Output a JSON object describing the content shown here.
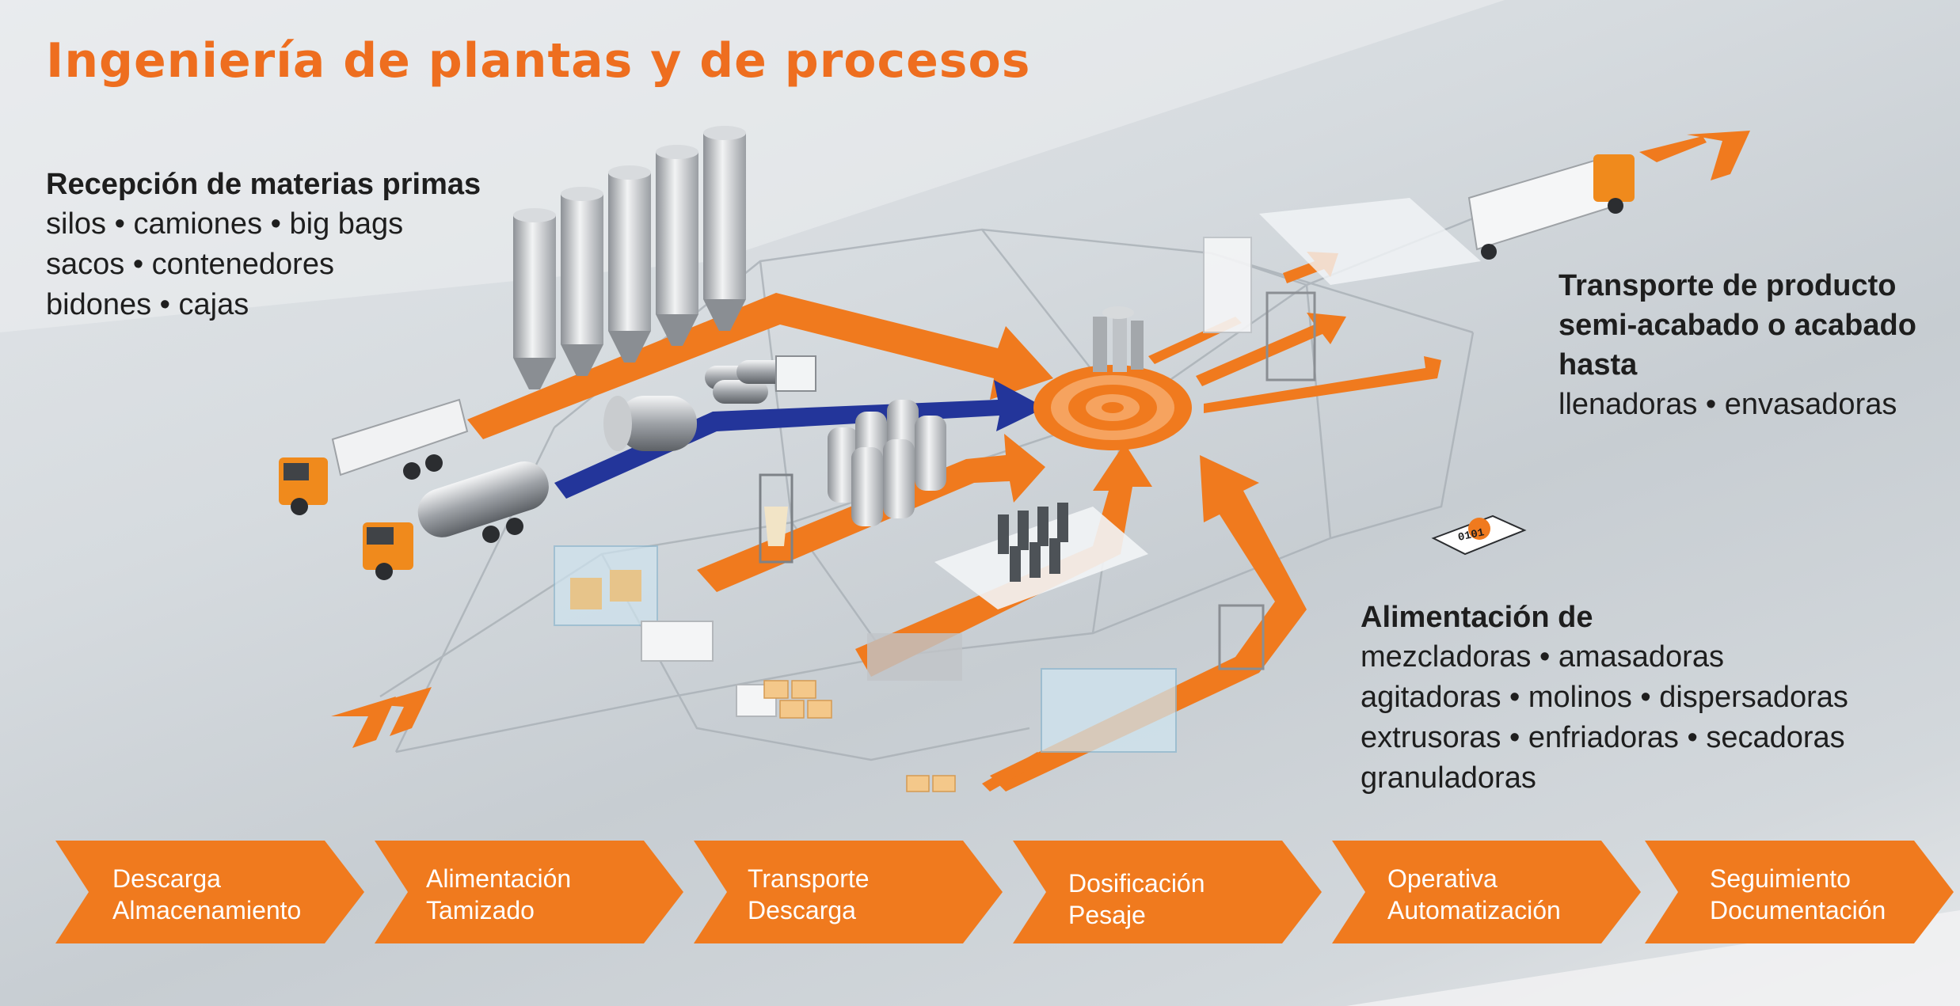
{
  "title": "Ingeniería de plantas y de procesos",
  "colors": {
    "accent": "#ee6e1f",
    "blue": "#23359a",
    "text": "#1e1e1e",
    "stage_text": "#ffffff"
  },
  "recepcion": {
    "heading": "Recepción de materias primas",
    "lines": [
      "silos • camiones • big bags",
      "sacos • contenedores",
      "bidones • cajas"
    ]
  },
  "transporte": {
    "heading_lines": [
      "Transporte de producto",
      "semi-acabado o acabado",
      "hasta"
    ],
    "line": "llenadoras • envasadoras"
  },
  "alimentacion": {
    "heading": "Alimentación de",
    "lines": [
      "mezcladoras • amasadoras",
      "agitadoras • molinos • dispersadoras",
      "extrusoras • enfriadoras • secadoras",
      "granuladoras"
    ]
  },
  "badge": "0101",
  "icons": [
    "truck-icon",
    "tanker-icon",
    "silo-icon",
    "dosing-target-icon",
    "chevron-arrow-icon",
    "gear-badge-icon"
  ],
  "stages": [
    {
      "line1": "Descarga",
      "line2": "Almacenamiento"
    },
    {
      "line1": "Alimentación",
      "line2": "Tamizado"
    },
    {
      "line1": "Transporte",
      "line2": "Descarga"
    },
    {
      "line1": "Dosificación",
      "line2": "Pesaje"
    },
    {
      "line1": "Operativa",
      "line2": "Automatización"
    },
    {
      "line1": "Seguimiento",
      "line2": "Documentación"
    }
  ]
}
